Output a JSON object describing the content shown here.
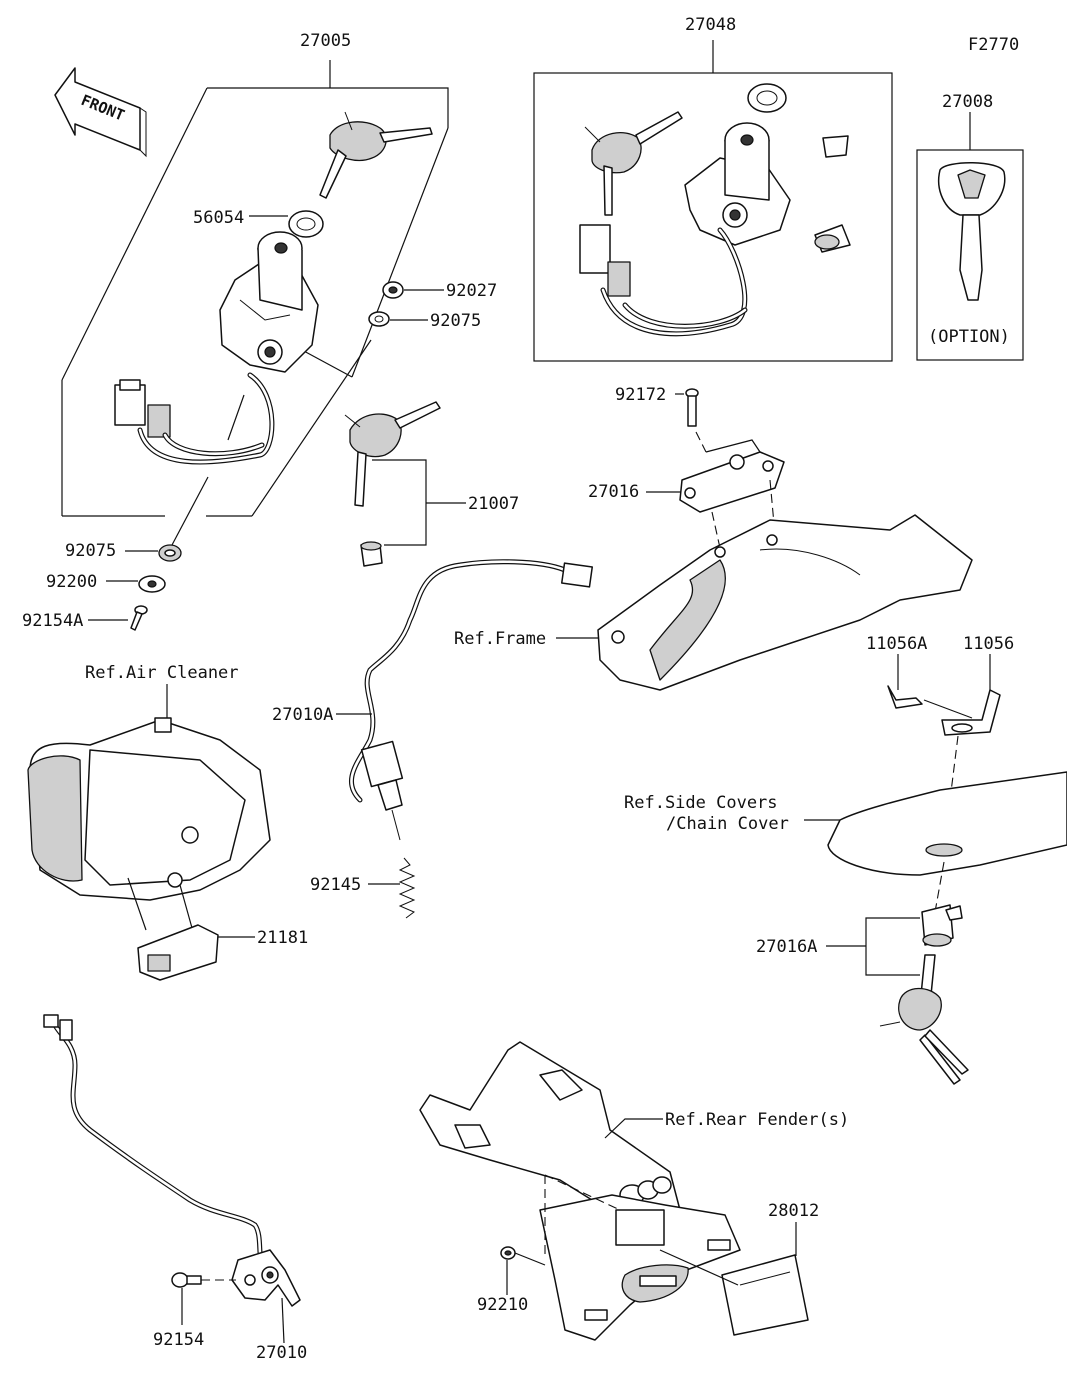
{
  "diagram_id": "F2770",
  "front_sign": "FRONT",
  "option_label": "(OPTION)",
  "parts": {
    "p27005": "27005",
    "p27048": "27048",
    "p27008": "27008",
    "p56054": "56054",
    "p92027": "92027",
    "p92075a": "92075",
    "p92075b": "92075",
    "p92200": "92200",
    "p92154A": "92154A",
    "p21007": "21007",
    "p92172": "92172",
    "p27016": "27016",
    "p27010A": "27010A",
    "p92145": "92145",
    "p21181": "21181",
    "p11056A": "11056A",
    "p11056": "11056",
    "p27016A": "27016A",
    "p28012": "28012",
    "p92210": "92210",
    "p92154": "92154",
    "p27010": "27010"
  },
  "refs": {
    "frame": "Ref.Frame",
    "air_cleaner": "Ref.Air Cleaner",
    "side_covers_1": "Ref.Side Covers",
    "side_covers_2": "/Chain Cover",
    "rear_fender": "Ref.Rear Fender(s)"
  }
}
